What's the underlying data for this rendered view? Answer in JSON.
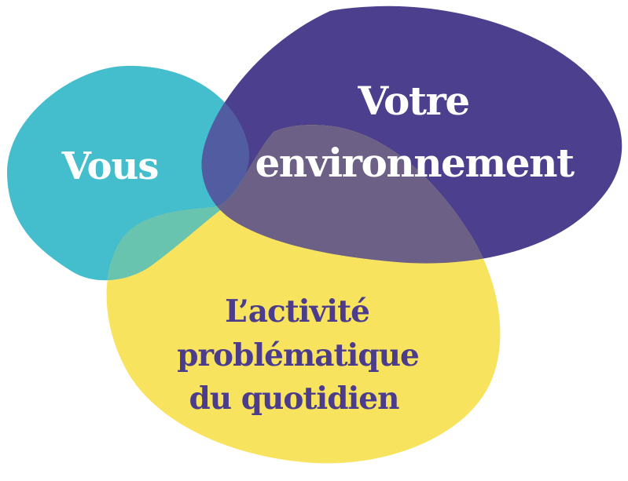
{
  "diagram": {
    "type": "venn-blobs",
    "background_color": "#ffffff",
    "regions": {
      "vous": {
        "label": "Vous",
        "color": "#44BECD",
        "text_color": "#FFFFFF"
      },
      "environnement": {
        "label": "Votre environnement",
        "line1": "Votre",
        "line2": "environnement",
        "color": "#4C3F8D",
        "text_color": "#FFFFFF"
      },
      "activite": {
        "label": "L’activité problématique du quotidien",
        "line1": "L’activité",
        "line2": "problématique",
        "line3": "du quotidien",
        "color": "#F8E35E",
        "text_color": "#4B3D8C"
      }
    },
    "overlap_colors": {
      "vous_environnement": "#525CA1",
      "vous_activite": "#68C3AF",
      "environnement_activite": "#6C6087",
      "all_three": "#69628A"
    }
  }
}
